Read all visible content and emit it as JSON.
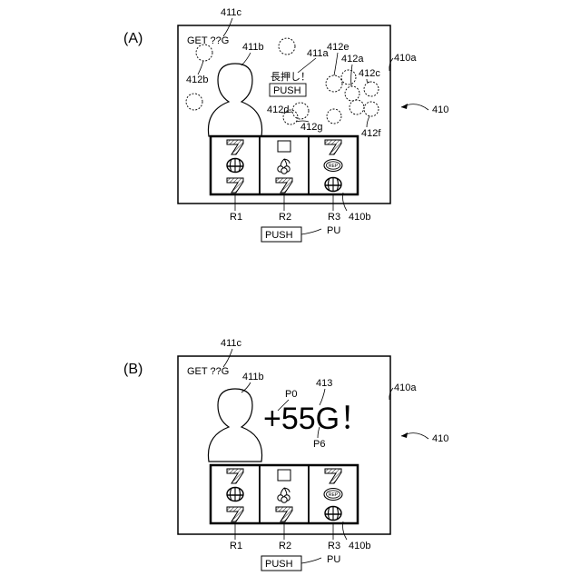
{
  "panels": [
    {
      "id": "A",
      "panel_label": "(A)",
      "refs": {
        "ref_410": "410",
        "ref_410a": "410a",
        "ref_410b": "410b",
        "ref_411a": "411a",
        "ref_411b": "411b",
        "ref_411c": "411c",
        "ref_412a": "412a",
        "ref_412b": "412b",
        "ref_412c": "412c",
        "ref_412d": "412d",
        "ref_412e": "412e",
        "ref_412f": "412f",
        "ref_412g": "412g"
      },
      "get_text": "GET ??G",
      "longpress_text": "長押し！",
      "push_screen_label": "PUSH",
      "reel_labels": [
        "R1",
        "R2",
        "R3"
      ],
      "push_button_label": "PUSH",
      "pu_label": "PU",
      "reel_symbols": [
        [
          "seven",
          "watermelon",
          "seven"
        ],
        [
          "blank",
          "cherry",
          "seven"
        ],
        [
          "seven",
          "replay",
          "watermelon"
        ]
      ],
      "replay_text": "REP"
    },
    {
      "id": "B",
      "panel_label": "(B)",
      "refs": {
        "ref_410": "410",
        "ref_410a": "410a",
        "ref_410b": "410b",
        "ref_411b": "411b",
        "ref_411c": "411c",
        "ref_413": "413",
        "ref_p0": "P0",
        "ref_p6": "P6"
      },
      "get_text": "GET ??G",
      "gain_text": "+55G！",
      "reel_labels": [
        "R1",
        "R2",
        "R3"
      ],
      "push_button_label": "PUSH",
      "pu_label": "PU",
      "reel_symbols": [
        [
          "seven",
          "watermelon",
          "seven"
        ],
        [
          "blank",
          "cherry",
          "seven"
        ],
        [
          "seven",
          "replay",
          "watermelon"
        ]
      ],
      "replay_text": "REP"
    }
  ]
}
